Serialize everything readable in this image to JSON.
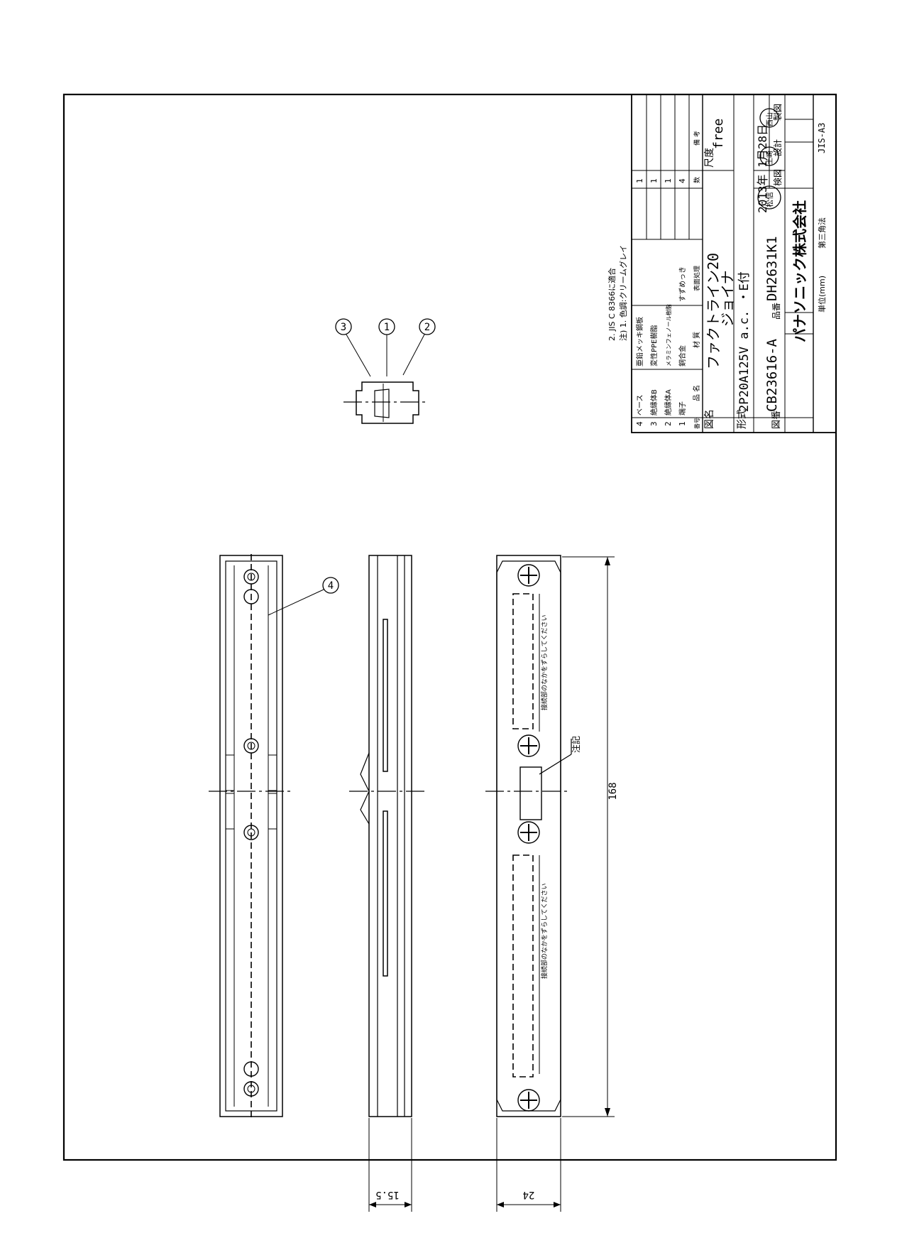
{
  "notes": {
    "note2": "2. JIS C 8366に適合",
    "note1": "注) 1. 色調:クリームグレイ"
  },
  "parts_table": {
    "header": {
      "no": "番号",
      "name": "品 名",
      "material": "材 質",
      "finish": "表面処理",
      "qty": "数",
      "remarks": "備 考"
    },
    "rows": [
      {
        "no": "4",
        "name": "ベース",
        "material": "亜鉛メッキ鋼板",
        "finish": "",
        "qty": "1"
      },
      {
        "no": "3",
        "name": "絶縁体B",
        "material": "変性PPE樹脂",
        "finish": "",
        "qty": "1"
      },
      {
        "no": "2",
        "name": "絶縁体A",
        "material": "メラミンフェノール樹脂",
        "finish": "",
        "qty": "1"
      },
      {
        "no": "1",
        "name": "端子",
        "material": "銅合金",
        "finish": "すずめっき",
        "qty": "4"
      }
    ]
  },
  "title_block": {
    "drawing_name_label": "図名",
    "title_line1": "ファクトライン20",
    "title_line2": "ジョイナ",
    "scale_label": "尺度",
    "scale_value": "free",
    "model_label": "形式",
    "model_value": "2P20A125V a.c. ・E付",
    "date": "2013年 1月28日",
    "role_check": "検図",
    "role_design": "設計",
    "role_draw": "製図",
    "stamp_check": "松信",
    "stamp_design": "土崎",
    "stamp_draw": "西山",
    "drawing_no_label": "図番",
    "drawing_no": "CB23616-A",
    "part_no_label": "品番",
    "part_no": "DH2631K1",
    "company": "パナソニック株式会社",
    "unit": "単位(mm)",
    "projection": "第三角法",
    "sheet_size": "JIS-A3"
  },
  "callouts": [
    "1",
    "2",
    "3",
    "4"
  ],
  "dimensions": {
    "length": "168",
    "width": "24",
    "height": "15.5"
  },
  "labels": {
    "note_ref": "注記",
    "caution": "接続部のなかをずらしてください"
  }
}
